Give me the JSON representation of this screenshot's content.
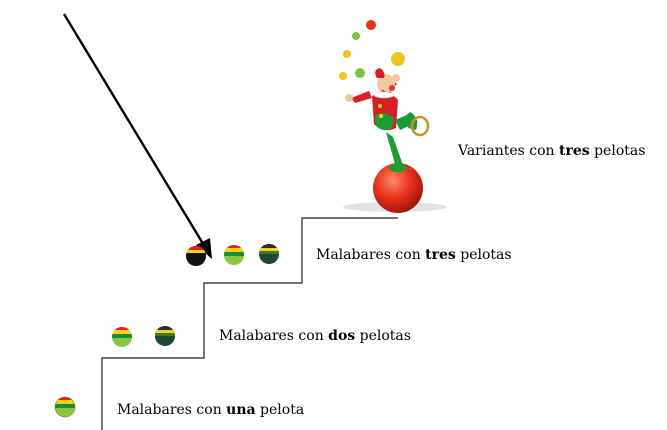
{
  "steps": [
    {
      "prefix": "Malabares con ",
      "emphasis": "una",
      "suffix": " pelota"
    },
    {
      "prefix": "Malabares con ",
      "emphasis": "dos",
      "suffix": " pelotas"
    },
    {
      "prefix": "Malabares con ",
      "emphasis": "tres",
      "suffix": " pelotas"
    },
    {
      "prefix": "Variantes con ",
      "emphasis": "tres",
      "suffix": " pelotas"
    }
  ],
  "icons": {
    "arrow": "arrow-pointer-icon",
    "ball": "juggling-ball-icon",
    "clown": "juggler-clown-icon"
  },
  "colors": {
    "stair_line": "#222222",
    "arrow": "#000000",
    "clown_ball": "#e8311c",
    "clown_suit_red": "#d91f26",
    "clown_suit_green": "#1e9a36"
  }
}
